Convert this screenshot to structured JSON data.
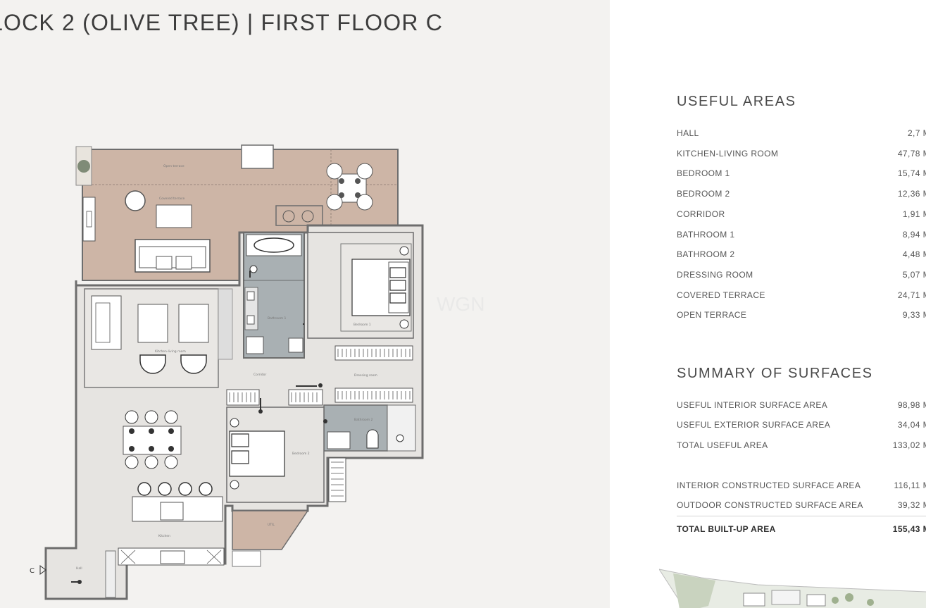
{
  "header": {
    "title": "LOCK 2 (OLIVE TREE)  |  FIRST FLOOR C"
  },
  "floor_plan": {
    "room_labels": {
      "open_terrace": "Open terrace",
      "covered_terrace": "Covered terrace",
      "kitchen_living": "Kitchen-living room",
      "bathroom_1": "Bathroom 1",
      "bedroom_1": "Bedroom 1",
      "corridor": "Corridor",
      "dressing_room": "Dressing room",
      "bathroom_2": "Bathroom 2",
      "bedroom_2": "Bedroom 2",
      "kitchen": "Kitchen",
      "hall": "Hall",
      "balcony": "UTIL",
      "entry_marker": "C"
    },
    "watermark": "WGN"
  },
  "useful_areas": {
    "title": "USEFUL AREAS",
    "rows": [
      {
        "label": "HALL",
        "value": "2,7 M"
      },
      {
        "label": "KITCHEN-LIVING ROOM",
        "value": "47,78 M"
      },
      {
        "label": "BEDROOM 1",
        "value": "15,74 M"
      },
      {
        "label": "BEDROOM 2",
        "value": "12,36 M"
      },
      {
        "label": "CORRIDOR",
        "value": "1,91 M"
      },
      {
        "label": "BATHROOM 1",
        "value": "8,94 M"
      },
      {
        "label": "BATHROOM 2",
        "value": "4,48 M"
      },
      {
        "label": "DRESSING ROOM",
        "value": "5,07 M"
      },
      {
        "label": "COVERED TERRACE",
        "value": "24,71 M"
      },
      {
        "label": "OPEN TERRACE",
        "value": "9,33 M"
      }
    ]
  },
  "summary": {
    "title": "SUMMARY OF SURFACES",
    "group1": [
      {
        "label": "USEFUL INTERIOR SURFACE AREA",
        "value": "98,98 M"
      },
      {
        "label": "USEFUL EXTERIOR SURFACE AREA",
        "value": "34,04 M"
      },
      {
        "label": "TOTAL USEFUL AREA",
        "value": "133,02 M"
      }
    ],
    "group2": [
      {
        "label": "INTERIOR CONSTRUCTED SURFACE AREA",
        "value": "116,11 M"
      },
      {
        "label": "OUTDOOR CONSTRUCTED SURFACE AREA",
        "value": "39,32 M"
      }
    ],
    "total": {
      "label": "TOTAL BUILT-UP AREA",
      "value": "155,43 M"
    }
  },
  "colors": {
    "left_background": "#f3f2f0",
    "terrace_fill": "#cdb5a6",
    "interior_fill": "#e6e4e1",
    "bathroom_fill": "#a9b0b3",
    "wall": "#6d6d6d"
  }
}
